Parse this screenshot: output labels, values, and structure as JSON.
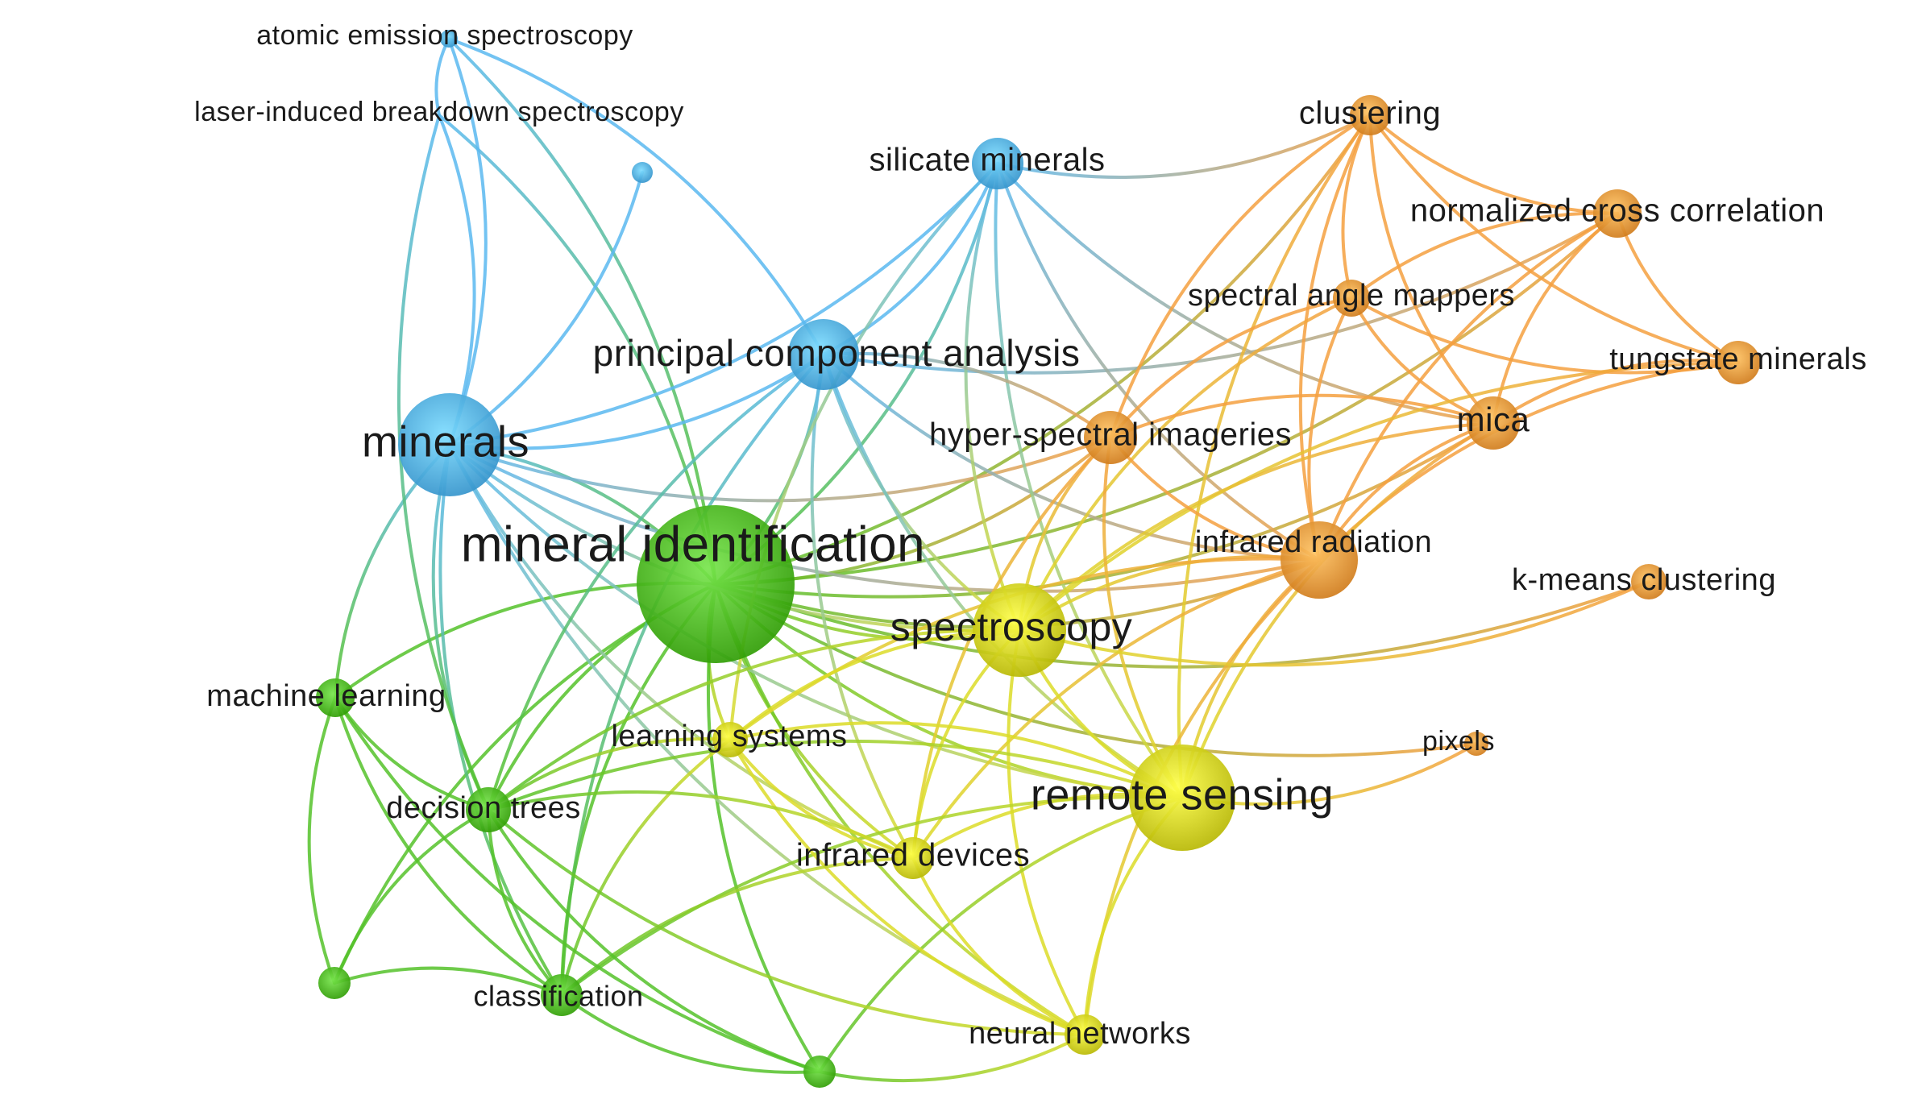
{
  "colors": {
    "blue": "#5ab9f0",
    "green": "#55c22a",
    "yellow": "#dcdc28",
    "orange": "#f4a040",
    "background": "#ffffff",
    "label": "#1a1a1a"
  },
  "network": {
    "nodes": [
      {
        "id": "mineral-identification",
        "label": "mineral identification",
        "cluster": "green",
        "weight": 10
      },
      {
        "id": "minerals",
        "label": "minerals",
        "cluster": "blue",
        "weight": 7
      },
      {
        "id": "principal-component-analysis",
        "label": "principal component analysis",
        "cluster": "blue",
        "weight": 5
      },
      {
        "id": "silicate-minerals",
        "label": "silicate minerals",
        "cluster": "blue",
        "weight": 3
      },
      {
        "id": "atomic-emission-spectroscopy",
        "label": "atomic emission spectroscopy",
        "cluster": "blue",
        "weight": 1
      },
      {
        "id": "laser-induced-breakdown-spectroscopy",
        "label": "laser-induced breakdown spectroscopy",
        "cluster": "blue",
        "weight": 1
      },
      {
        "id": "clustering",
        "label": "clustering",
        "cluster": "orange",
        "weight": 3
      },
      {
        "id": "normalized-cross-correlation",
        "label": "normalized cross correlation",
        "cluster": "orange",
        "weight": 3
      },
      {
        "id": "spectral-angle-mappers",
        "label": "spectral angle mappers",
        "cluster": "orange",
        "weight": 3
      },
      {
        "id": "tungstate-minerals",
        "label": "tungstate minerals",
        "cluster": "orange",
        "weight": 3
      },
      {
        "id": "mica",
        "label": "mica",
        "cluster": "orange",
        "weight": 3
      },
      {
        "id": "hyper-spectral-imageries",
        "label": "hyper-spectral imageries",
        "cluster": "orange",
        "weight": 4
      },
      {
        "id": "infrared-radiation",
        "label": "infrared radiation",
        "cluster": "orange",
        "weight": 5
      },
      {
        "id": "k-means-clustering",
        "label": "k-means clustering",
        "cluster": "orange",
        "weight": 2
      },
      {
        "id": "pixels",
        "label": "pixels",
        "cluster": "orange",
        "weight": 2
      },
      {
        "id": "spectroscopy",
        "label": "spectroscopy",
        "cluster": "yellow",
        "weight": 6
      },
      {
        "id": "remote-sensing",
        "label": "remote sensing",
        "cluster": "yellow",
        "weight": 7
      },
      {
        "id": "learning-systems",
        "label": "learning systems",
        "cluster": "yellow",
        "weight": 3
      },
      {
        "id": "infrared-devices",
        "label": "infrared devices",
        "cluster": "yellow",
        "weight": 3
      },
      {
        "id": "neural-networks",
        "label": "neural networks",
        "cluster": "yellow",
        "weight": 3
      },
      {
        "id": "machine-learning",
        "label": "machine learning",
        "cluster": "green",
        "weight": 3
      },
      {
        "id": "decision-trees",
        "label": "decision trees",
        "cluster": "green",
        "weight": 3
      },
      {
        "id": "classification",
        "label": "classification",
        "cluster": "green",
        "weight": 3
      },
      {
        "id": "unlabeled-blue",
        "label": "",
        "cluster": "blue",
        "weight": 1
      },
      {
        "id": "unlabeled-green-a",
        "label": "",
        "cluster": "green",
        "weight": 2
      },
      {
        "id": "unlabeled-green-b",
        "label": "",
        "cluster": "green",
        "weight": 2
      }
    ],
    "edges": [
      [
        "mineral-identification",
        "minerals"
      ],
      [
        "mineral-identification",
        "principal-component-analysis"
      ],
      [
        "mineral-identification",
        "silicate-minerals"
      ],
      [
        "mineral-identification",
        "atomic-emission-spectroscopy"
      ],
      [
        "mineral-identification",
        "laser-induced-breakdown-spectroscopy"
      ],
      [
        "mineral-identification",
        "clustering"
      ],
      [
        "mineral-identification",
        "normalized-cross-correlation"
      ],
      [
        "mineral-identification",
        "hyper-spectral-imageries"
      ],
      [
        "mineral-identification",
        "infrared-radiation"
      ],
      [
        "mineral-identification",
        "spectroscopy"
      ],
      [
        "mineral-identification",
        "remote-sensing"
      ],
      [
        "mineral-identification",
        "learning-systems"
      ],
      [
        "mineral-identification",
        "infrared-devices"
      ],
      [
        "mineral-identification",
        "neural-networks"
      ],
      [
        "mineral-identification",
        "machine-learning"
      ],
      [
        "mineral-identification",
        "decision-trees"
      ],
      [
        "mineral-identification",
        "classification"
      ],
      [
        "mineral-identification",
        "unlabeled-green-a"
      ],
      [
        "mineral-identification",
        "unlabeled-green-b"
      ],
      [
        "mineral-identification",
        "k-means-clustering"
      ],
      [
        "mineral-identification",
        "pixels"
      ],
      [
        "mineral-identification",
        "mica"
      ],
      [
        "minerals",
        "principal-component-analysis"
      ],
      [
        "minerals",
        "silicate-minerals"
      ],
      [
        "minerals",
        "atomic-emission-spectroscopy"
      ],
      [
        "minerals",
        "laser-induced-breakdown-spectroscopy"
      ],
      [
        "minerals",
        "unlabeled-blue"
      ],
      [
        "minerals",
        "hyper-spectral-imageries"
      ],
      [
        "minerals",
        "infrared-radiation"
      ],
      [
        "minerals",
        "spectroscopy"
      ],
      [
        "minerals",
        "remote-sensing"
      ],
      [
        "minerals",
        "machine-learning"
      ],
      [
        "minerals",
        "decision-trees"
      ],
      [
        "minerals",
        "classification"
      ],
      [
        "minerals",
        "neural-networks"
      ],
      [
        "minerals",
        "infrared-devices"
      ],
      [
        "principal-component-analysis",
        "atomic-emission-spectroscopy"
      ],
      [
        "principal-component-analysis",
        "silicate-minerals"
      ],
      [
        "principal-component-analysis",
        "spectroscopy"
      ],
      [
        "principal-component-analysis",
        "remote-sensing"
      ],
      [
        "principal-component-analysis",
        "infrared-radiation"
      ],
      [
        "principal-component-analysis",
        "decision-trees"
      ],
      [
        "principal-component-analysis",
        "classification"
      ],
      [
        "principal-component-analysis",
        "infrared-devices"
      ],
      [
        "principal-component-analysis",
        "normalized-cross-correlation"
      ],
      [
        "silicate-minerals",
        "clustering"
      ],
      [
        "silicate-minerals",
        "spectroscopy"
      ],
      [
        "silicate-minerals",
        "remote-sensing"
      ],
      [
        "silicate-minerals",
        "mica"
      ],
      [
        "silicate-minerals",
        "infrared-radiation"
      ],
      [
        "silicate-minerals",
        "learning-systems"
      ],
      [
        "clustering",
        "normalized-cross-correlation"
      ],
      [
        "clustering",
        "spectral-angle-mappers"
      ],
      [
        "clustering",
        "tungstate-minerals"
      ],
      [
        "clustering",
        "mica"
      ],
      [
        "clustering",
        "infrared-radiation"
      ],
      [
        "clustering",
        "hyper-spectral-imageries"
      ],
      [
        "clustering",
        "remote-sensing"
      ],
      [
        "normalized-cross-correlation",
        "spectral-angle-mappers"
      ],
      [
        "normalized-cross-correlation",
        "tungstate-minerals"
      ],
      [
        "normalized-cross-correlation",
        "mica"
      ],
      [
        "normalized-cross-correlation",
        "infrared-radiation"
      ],
      [
        "spectral-angle-mappers",
        "tungstate-minerals"
      ],
      [
        "spectral-angle-mappers",
        "mica"
      ],
      [
        "spectral-angle-mappers",
        "infrared-radiation"
      ],
      [
        "spectral-angle-mappers",
        "hyper-spectral-imageries"
      ],
      [
        "spectral-angle-mappers",
        "spectroscopy"
      ],
      [
        "tungstate-minerals",
        "mica"
      ],
      [
        "tungstate-minerals",
        "infrared-radiation"
      ],
      [
        "tungstate-minerals",
        "spectroscopy"
      ],
      [
        "mica",
        "infrared-radiation"
      ],
      [
        "mica",
        "spectroscopy"
      ],
      [
        "mica",
        "hyper-spectral-imageries"
      ],
      [
        "mica",
        "remote-sensing"
      ],
      [
        "hyper-spectral-imageries",
        "infrared-radiation"
      ],
      [
        "hyper-spectral-imageries",
        "spectroscopy"
      ],
      [
        "hyper-spectral-imageries",
        "remote-sensing"
      ],
      [
        "hyper-spectral-imageries",
        "infrared-devices"
      ],
      [
        "hyper-spectral-imageries",
        "principal-component-analysis"
      ],
      [
        "infrared-radiation",
        "spectroscopy"
      ],
      [
        "infrared-radiation",
        "remote-sensing"
      ],
      [
        "infrared-radiation",
        "infrared-devices"
      ],
      [
        "infrared-radiation",
        "neural-networks"
      ],
      [
        "infrared-radiation",
        "learning-systems"
      ],
      [
        "spectroscopy",
        "k-means-clustering"
      ],
      [
        "spectroscopy",
        "remote-sensing"
      ],
      [
        "spectroscopy",
        "learning-systems"
      ],
      [
        "spectroscopy",
        "infrared-devices"
      ],
      [
        "spectroscopy",
        "neural-networks"
      ],
      [
        "spectroscopy",
        "decision-trees"
      ],
      [
        "remote-sensing",
        "pixels"
      ],
      [
        "remote-sensing",
        "learning-systems"
      ],
      [
        "remote-sensing",
        "infrared-devices"
      ],
      [
        "remote-sensing",
        "neural-networks"
      ],
      [
        "remote-sensing",
        "decision-trees"
      ],
      [
        "remote-sensing",
        "classification"
      ],
      [
        "remote-sensing",
        "unlabeled-green-b"
      ],
      [
        "learning-systems",
        "infrared-devices"
      ],
      [
        "learning-systems",
        "neural-networks"
      ],
      [
        "learning-systems",
        "decision-trees"
      ],
      [
        "learning-systems",
        "classification"
      ],
      [
        "infrared-devices",
        "neural-networks"
      ],
      [
        "infrared-devices",
        "decision-trees"
      ],
      [
        "infrared-devices",
        "classification"
      ],
      [
        "machine-learning",
        "decision-trees"
      ],
      [
        "machine-learning",
        "classification"
      ],
      [
        "machine-learning",
        "unlabeled-green-a"
      ],
      [
        "machine-learning",
        "unlabeled-green-b"
      ],
      [
        "decision-trees",
        "classification"
      ],
      [
        "decision-trees",
        "unlabeled-green-a"
      ],
      [
        "decision-trees",
        "unlabeled-green-b"
      ],
      [
        "decision-trees",
        "neural-networks"
      ],
      [
        "classification",
        "unlabeled-green-a"
      ],
      [
        "classification",
        "unlabeled-green-b"
      ],
      [
        "unlabeled-green-b",
        "neural-networks"
      ],
      [
        "atomic-emission-spectroscopy",
        "laser-induced-breakdown-spectroscopy"
      ],
      [
        "laser-induced-breakdown-spectroscopy",
        "decision-trees"
      ]
    ]
  }
}
